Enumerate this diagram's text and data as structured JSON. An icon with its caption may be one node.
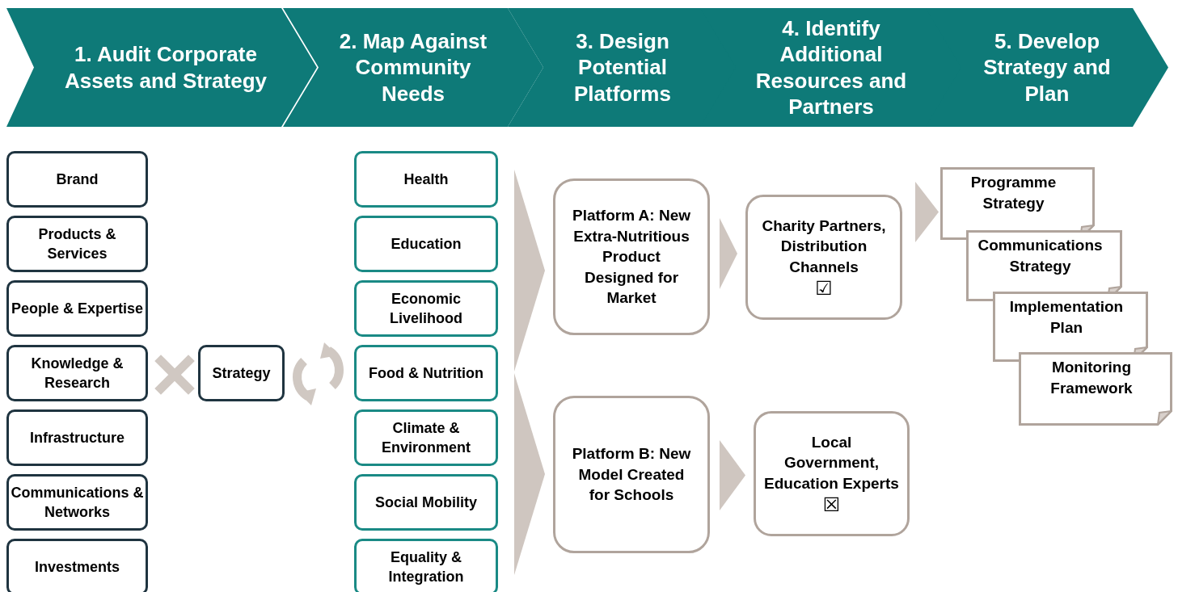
{
  "diagram": {
    "nodes": [
      {
        "text": [
          "1. Audit Corporate Assets and Strategy"
        ]
      },
      {
        "text": [
          "2. Map Against Community Needs"
        ]
      },
      {
        "text": [
          "3. Design Potential Platforms"
        ]
      },
      {
        "text": [
          "4. Identify Additional Resources and Partners"
        ]
      },
      {
        "text": [
          "5. Develop Strategy and Plan"
        ]
      },
      {
        "text": [
          "Brand"
        ]
      },
      {
        "text": [
          "Products & Services"
        ]
      },
      {
        "text": [
          "People & Expertise"
        ]
      },
      {
        "text": [
          "Knowledge & Research"
        ]
      },
      {
        "text": [
          "Infrastructure"
        ]
      },
      {
        "text": [
          "Communications & Networks"
        ]
      },
      {
        "text": [
          "Investments"
        ]
      },
      {
        "text": [
          "Strategy"
        ]
      },
      {
        "text": [
          "Health"
        ]
      },
      {
        "text": [
          "Education"
        ]
      },
      {
        "text": [
          "Economic Livelihood"
        ]
      },
      {
        "text": [
          "Food & Nutrition"
        ]
      },
      {
        "text": [
          "Climate & Environment"
        ]
      },
      {
        "text": [
          "Social Mobility"
        ]
      },
      {
        "text": [
          "Equality & Integration"
        ]
      },
      {
        "text": [
          "Platform A: New Extra-Nutritious Product Designed for Market"
        ]
      },
      {
        "text": [
          "Charity Partners, Distribution Channels",
          "☑"
        ]
      },
      {
        "text": [
          "Platform B: New Model Created for Schools"
        ]
      },
      {
        "text": [
          "Local Government, Education Experts",
          "☒"
        ]
      },
      {
        "text": [
          "Programme Strategy"
        ]
      },
      {
        "text": [
          "Communications Strategy"
        ]
      },
      {
        "text": [
          "Implementation Plan"
        ]
      },
      {
        "text": [
          "Monitoring Framework"
        ]
      }
    ],
    "edges": [
      {
        "from": null,
        "to": 20,
        "arrow": "to"
      },
      {
        "from": null,
        "to": 22,
        "arrow": "to"
      },
      {
        "from": 20,
        "to": 21,
        "arrow": "to"
      },
      {
        "from": 22,
        "to": 23,
        "arrow": "to"
      },
      {
        "from": 21,
        "to": 24,
        "arrow": "to"
      }
    ]
  }
}
